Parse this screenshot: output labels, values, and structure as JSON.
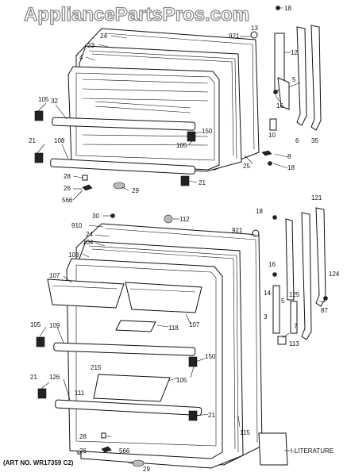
{
  "watermark": "AppliancePartsPros.com",
  "art_number": "(ART NO. WR17359 C2)",
  "literature_label": "I-LITERATURE",
  "callouts": {
    "freezer": {
      "c18": "18",
      "c24": "24",
      "c921": "921",
      "c13": "13",
      "c23": "23",
      "c4": "4",
      "c12": "12",
      "c5": "5",
      "c105a": "105",
      "c32": "32",
      "c16": "16",
      "c10": "10",
      "c150": "150",
      "c105b": "105",
      "c8": "8",
      "c6": "6",
      "c35": "35",
      "c21a": "21",
      "c108": "108",
      "c25": "25",
      "c18b": "18",
      "c28": "28",
      "c21b": "21",
      "c26": "26",
      "c29": "29",
      "c566": "566"
    },
    "fresh": {
      "c30": "30",
      "c112": "112",
      "c18": "18",
      "c121": "121",
      "c910": "910",
      "c24": "24",
      "c921": "921",
      "c104": "104",
      "c103": "103",
      "c16": "16",
      "c107a": "107",
      "c124": "124",
      "c14": "14",
      "c5": "5",
      "c125": "125",
      "c105a": "105",
      "c109": "109",
      "c118": "118",
      "c107b": "107",
      "c3": "3",
      "c7": "7",
      "c87": "87",
      "c113": "113",
      "c150": "150",
      "c215": "215",
      "c105b": "105",
      "c21a": "21",
      "c126": "126",
      "c111": "111",
      "c21b": "21",
      "c115": "115",
      "c28": "28",
      "c29": "29",
      "c26": "26",
      "c566": "566"
    }
  }
}
